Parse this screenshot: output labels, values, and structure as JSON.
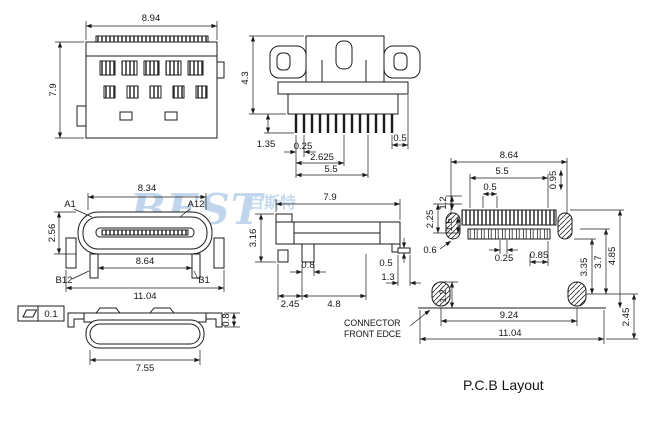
{
  "watermark": {
    "brand": "BEST",
    "cn": "百斯特"
  },
  "notes": {
    "connector_front_line1": "CONNECTOR",
    "connector_front_line2": "FRONT EDCE",
    "pcb_title": "P.C.B Layout"
  },
  "top_view": {
    "width": "8.94",
    "depth": "7.9"
  },
  "section_view": {
    "body_height": "4.3",
    "pin_height": "1.35",
    "pin_pitch": "0.25",
    "row_offset": "2.625",
    "pin_span": "5.5",
    "edge_gap": "0.5"
  },
  "front_view": {
    "a1": "A1",
    "a12": "A12",
    "b12": "B12",
    "b1": "B1",
    "shell_width": "8.34",
    "shell_height": "2.56",
    "leg_span": "8.64",
    "total_width": "11.04"
  },
  "side_view": {
    "depth": "7.9",
    "height": "3.16",
    "tab_width": "0.8",
    "pin_thickness": "0.5",
    "pin_length": "1.3",
    "front_offset": "2.45",
    "rear_offset": "4.8"
  },
  "bottom_view": {
    "flatness_tolerance": "0.1",
    "shell_width": "7.55",
    "leg_height": "0.8"
  },
  "pcb_layout": {
    "pad_field_width": "8.64",
    "inner_pad_span": "5.5",
    "side_pad_offset": "0.95",
    "pad_width": "0.5",
    "row_gap_top": "1.2",
    "pad_row_depth": "2.25",
    "row_height": "1.6",
    "side_pad_width": "0.6",
    "pad_pitch": "0.25",
    "pad_gap": "0.85",
    "hole_offset_a": "3.35",
    "hole_offset_b": "3.7",
    "front_depth": "4.85",
    "rear_depth": "2.45",
    "hole_edge_gap": "1.2",
    "hole_span": "9.24",
    "board_width": "11.04"
  }
}
